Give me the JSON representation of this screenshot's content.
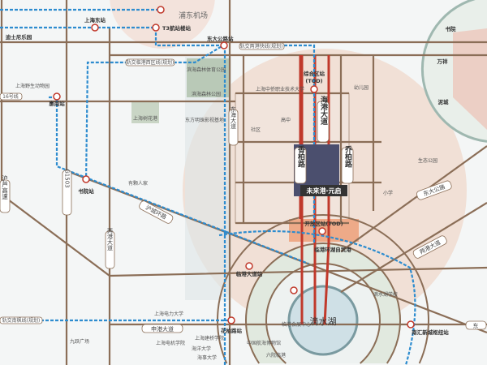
{
  "map": {
    "airport": "浦东机场",
    "stations": {
      "shanghai_east": "上海东站",
      "t3": "T3航站楼站",
      "dongda": "东大公路站",
      "huinan": "惠南站",
      "shuyuan": "书院站",
      "zonghe": "综合区站",
      "zonghe_tod": "(TOD)",
      "kaifang": "开放区站(TOD)",
      "lingang_dadao": "临港大道站",
      "huabai": "花柏路站",
      "nanhui": "南汇新城枢纽站"
    },
    "lines": {
      "xiqu": "轨交临港西区线(规划)",
      "lianggang": "轨交两港快线(规划)",
      "line16": "16号线",
      "nanfeng": "轨交南枫线(规划)"
    },
    "roads": {
      "donghai": "东海大道",
      "g1503": "G1503",
      "huluhighway": "沪芦高速",
      "lianggang_road": "两港大道",
      "hucheng": "沪城环路",
      "shengang": "申港大道",
      "haigang": "海港大道",
      "xiangbai": "香柏路",
      "qiaobai": "乔柏路",
      "dongda_road": "东大公路",
      "huancheng": "两港大道",
      "dong": "东"
    },
    "pois": {
      "disney": "迪士尼乐园",
      "zoo": "上海野生动物园",
      "flower": "上海树花港",
      "forest_sport": "滨海森林体育公园",
      "forest_park": "滨海森林公园",
      "film_base": "东方明珠影视基地",
      "cottage": "有颗人家",
      "zhongqiao": "上海中侨职业技术大学",
      "kindergarten": "幼儿园",
      "community": "社区",
      "high_school": "高中",
      "primary": "小学",
      "ecopark": "生态公园",
      "project": "未来港·元启",
      "ftz": "临港环湖自贸港",
      "lake": "滴水湖",
      "dianli": "上海电力大学",
      "dianji": "上海电机学院",
      "jianqiao": "上海建桥学院",
      "haiyang": "海洋大学",
      "haishi": "海事大学",
      "jiuyue": "九跃广场",
      "lake_school": "滴水湖学校",
      "expo": "临港会展中心",
      "marine_museum": "中国航海博物馆",
      "hospital": "六院临港",
      "shuyuan_town": "书院",
      "wanxiang": "万祥",
      "nicheng": "泥城"
    }
  },
  "colors": {
    "road": "#8b6e57",
    "metro": "#2d8ccf",
    "accent": "#c0392b",
    "zone": "#f0d8cc",
    "green": "#b9c9b7"
  }
}
